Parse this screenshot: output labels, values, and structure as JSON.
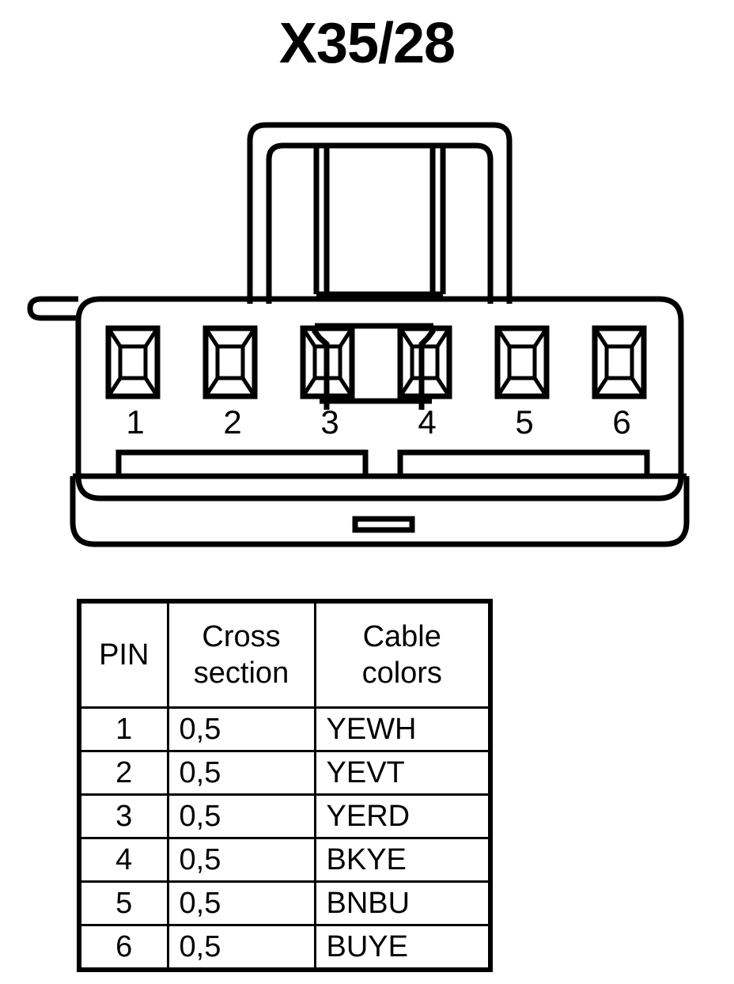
{
  "title": "X35/28",
  "connector": {
    "name": "6-way-connector-diagram",
    "pin_count": 6,
    "pin_labels": [
      "1",
      "2",
      "3",
      "4",
      "5",
      "6"
    ],
    "line_color": "#000000",
    "background_color": "#ffffff"
  },
  "table": {
    "headers": {
      "pin": "PIN",
      "cross_section": "Cross section",
      "cable_colors": "Cable colors"
    },
    "rows": [
      {
        "pin": "1",
        "cross_section": "0,5",
        "cable_colors": "YEWH"
      },
      {
        "pin": "2",
        "cross_section": "0,5",
        "cable_colors": "YEVT"
      },
      {
        "pin": "3",
        "cross_section": "0,5",
        "cable_colors": "YERD"
      },
      {
        "pin": "4",
        "cross_section": "0,5",
        "cable_colors": "BKYE"
      },
      {
        "pin": "5",
        "cross_section": "0,5",
        "cable_colors": "BNBU"
      },
      {
        "pin": "6",
        "cross_section": "0,5",
        "cable_colors": "BUYE"
      }
    ]
  }
}
